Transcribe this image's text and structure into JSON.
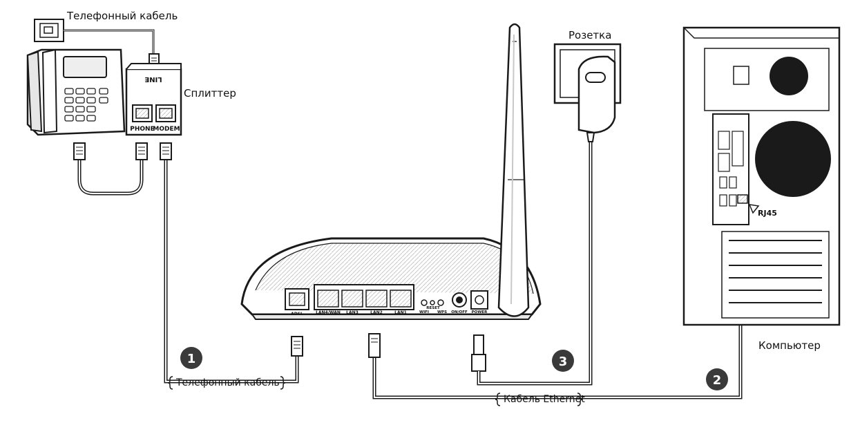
{
  "labels": {
    "phone_cable_top": "Телефонный кабель",
    "splitter": "Сплиттер",
    "outlet": "Розетка",
    "rj45": "RJ45",
    "computer": "Компьютер",
    "phone_cable_bottom": "Телефонный кабель",
    "ethernet_cable": "Кабель Ethernet"
  },
  "splitter_ports": {
    "line": "LINE",
    "phone": "PHONE",
    "modem": "MODEM"
  },
  "router_ports": {
    "adsl": "ADSL",
    "lan4": "LAN4/WAN",
    "lan3": "LAN3",
    "lan2": "LAN2",
    "lan1": "LAN1",
    "wifi": "WIFI",
    "reset": "RESET",
    "wps": "WPS",
    "onoff": "ON/OFF",
    "power": "POWER"
  },
  "steps": [
    "1",
    "2",
    "3"
  ],
  "colors": {
    "line": "#1a1a1a",
    "badge": "#3a3a3a",
    "fill": "#ffffff",
    "shade": "#e6e6e6"
  }
}
